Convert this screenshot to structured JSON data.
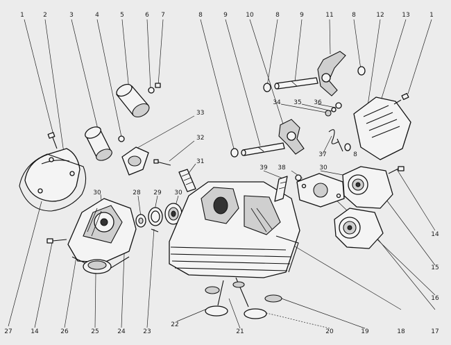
{
  "diagram": {
    "callouts": [
      {
        "id": "c1a",
        "text": "1"
      },
      {
        "id": "c2",
        "text": "2"
      },
      {
        "id": "c3",
        "text": "3"
      },
      {
        "id": "c4",
        "text": "4"
      },
      {
        "id": "c5",
        "text": "5"
      },
      {
        "id": "c6",
        "text": "6"
      },
      {
        "id": "c7",
        "text": "7"
      },
      {
        "id": "c8a",
        "text": "8"
      },
      {
        "id": "c9a",
        "text": "9"
      },
      {
        "id": "c10",
        "text": "10"
      },
      {
        "id": "c8b",
        "text": "8"
      },
      {
        "id": "c9b",
        "text": "9"
      },
      {
        "id": "c11",
        "text": "11"
      },
      {
        "id": "c8c",
        "text": "8"
      },
      {
        "id": "c12",
        "text": "12"
      },
      {
        "id": "c13",
        "text": "13"
      },
      {
        "id": "c1b",
        "text": "1"
      },
      {
        "id": "c33",
        "text": "33"
      },
      {
        "id": "c32",
        "text": "32"
      },
      {
        "id": "c31",
        "text": "31"
      },
      {
        "id": "c34",
        "text": "34"
      },
      {
        "id": "c35",
        "text": "35"
      },
      {
        "id": "c36",
        "text": "36"
      },
      {
        "id": "c37",
        "text": "37"
      },
      {
        "id": "c8d",
        "text": "8"
      },
      {
        "id": "c39",
        "text": "39"
      },
      {
        "id": "c38",
        "text": "38"
      },
      {
        "id": "c30a",
        "text": "30"
      },
      {
        "id": "c30b",
        "text": "30"
      },
      {
        "id": "c28",
        "text": "28"
      },
      {
        "id": "c29",
        "text": "29"
      },
      {
        "id": "c30c",
        "text": "30"
      },
      {
        "id": "c14a",
        "text": "14"
      },
      {
        "id": "c15",
        "text": "15"
      },
      {
        "id": "c16",
        "text": "16"
      },
      {
        "id": "c17",
        "text": "17"
      },
      {
        "id": "c18",
        "text": "18"
      },
      {
        "id": "c19",
        "text": "19"
      },
      {
        "id": "c20",
        "text": "20"
      },
      {
        "id": "c21",
        "text": "21"
      },
      {
        "id": "c22",
        "text": "22"
      },
      {
        "id": "c23",
        "text": "23"
      },
      {
        "id": "c24",
        "text": "24"
      },
      {
        "id": "c25",
        "text": "25"
      },
      {
        "id": "c26",
        "text": "26"
      },
      {
        "id": "c14b",
        "text": "14"
      },
      {
        "id": "c27",
        "text": "27"
      }
    ]
  }
}
